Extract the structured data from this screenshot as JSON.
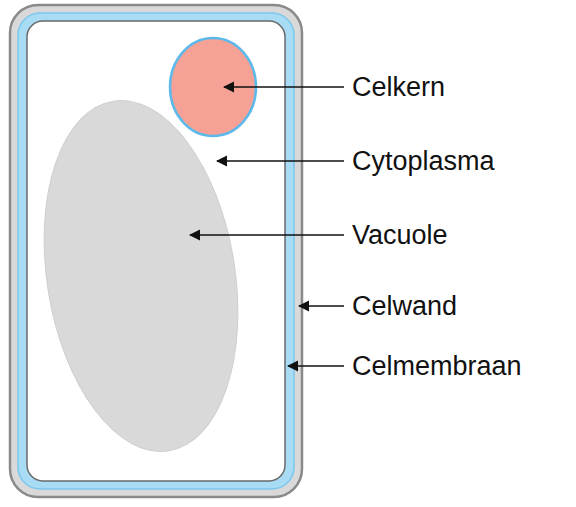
{
  "diagram": {
    "labels": [
      "Celkern",
      "Cytoplasma",
      "Vacuole",
      "Celwand",
      "Celmembraan"
    ]
  }
}
